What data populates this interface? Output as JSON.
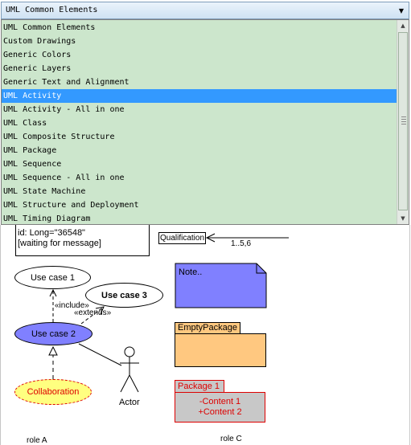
{
  "combo": {
    "value": "UML Common Elements",
    "arrow_icon": "chevron-down-icon"
  },
  "dropdown": {
    "selected_index": 5,
    "items": [
      "UML Common Elements",
      "Custom Drawings",
      "Generic Colors",
      "Generic Layers",
      "Generic Text and Alignment",
      "UML Activity",
      "UML Activity - All in one",
      "UML Class",
      "UML Composite Structure",
      "UML Package",
      "UML Sequence",
      "UML Sequence - All in one",
      "UML State Machine",
      "UML Structure and Deployment",
      "UML Timing Diagram"
    ],
    "colors": {
      "background": "#cce6cc",
      "selected": "#3399ff"
    }
  },
  "canvas": {
    "message_box": {
      "line1": "id: Long=\"36548\"",
      "line2": "[waiting for message]"
    },
    "qualification": {
      "label": "Qualification",
      "multiplicity": "1..5,6"
    },
    "use_cases": {
      "uc1": "Use case 1",
      "uc2": "Use case 2",
      "uc3": "Use case 3"
    },
    "include_label": "«include»",
    "extends_label": "«extends»",
    "collaboration": "Collaboration",
    "actor": "Actor",
    "note": "Note..",
    "empty_package": "EmptyPackage",
    "package": {
      "title": "Package 1",
      "content1": "-Content 1",
      "content2": "+Content 2"
    },
    "role_a": "role A",
    "role_c": "role C",
    "colors": {
      "use_case_2": "#8080ff",
      "collaboration_fill": "#ffff80",
      "collaboration_stroke": "#dd0000",
      "note_fill": "#8080ff",
      "empty_package_fill": "#ffc880",
      "package_fill": "#c8c8c8",
      "package_stroke": "#dd0000"
    }
  }
}
